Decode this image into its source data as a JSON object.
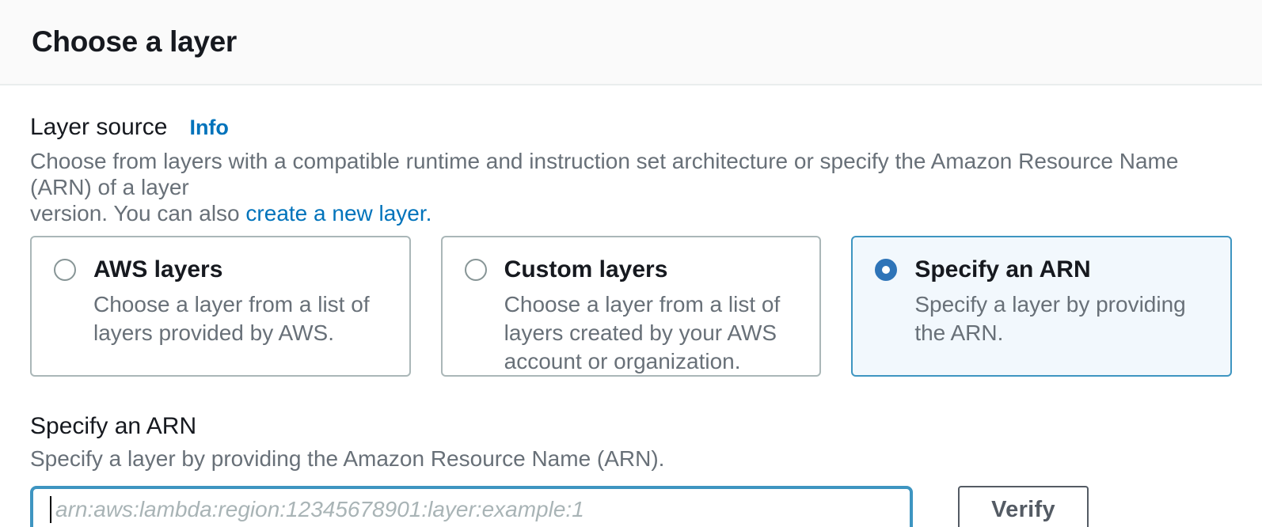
{
  "header": {
    "title": "Choose a layer"
  },
  "layer_source": {
    "label": "Layer source",
    "info_label": "Info",
    "description": {
      "line1": "Choose from layers with a compatible runtime and instruction set architecture or specify the Amazon Resource Name (ARN) of a layer",
      "line2_prefix": "version. You can also ",
      "link_text": "create a new layer."
    },
    "options": [
      {
        "title": "AWS layers",
        "description": "Choose a layer from a list of layers provided by AWS.",
        "selected": false
      },
      {
        "title": "Custom layers",
        "description": "Choose a layer from a list of layers created by your AWS account or organization.",
        "selected": false
      },
      {
        "title": "Specify an ARN",
        "description": "Specify a layer by providing the ARN.",
        "selected": true
      }
    ]
  },
  "arn_section": {
    "title": "Specify an ARN",
    "description": "Specify a layer by providing the Amazon Resource Name (ARN).",
    "input_value": "",
    "input_placeholder": "arn:aws:lambda:region:12345678901:layer:example:1",
    "verify_button_label": "Verify"
  },
  "colors": {
    "text_dark": "#16191f",
    "text_gray": "#687078",
    "link_blue": "#0073bb",
    "card_border_gray": "#aab7b8",
    "selected_border_blue": "#3e95c1",
    "selected_bg_blue": "#f2f8fd",
    "radio_selected_blue": "#2e74b8",
    "input_focus_border": "#3e95c1",
    "button_border_gray": "#545b64",
    "header_bg": "#fafafa",
    "header_divider": "#eaeded"
  }
}
